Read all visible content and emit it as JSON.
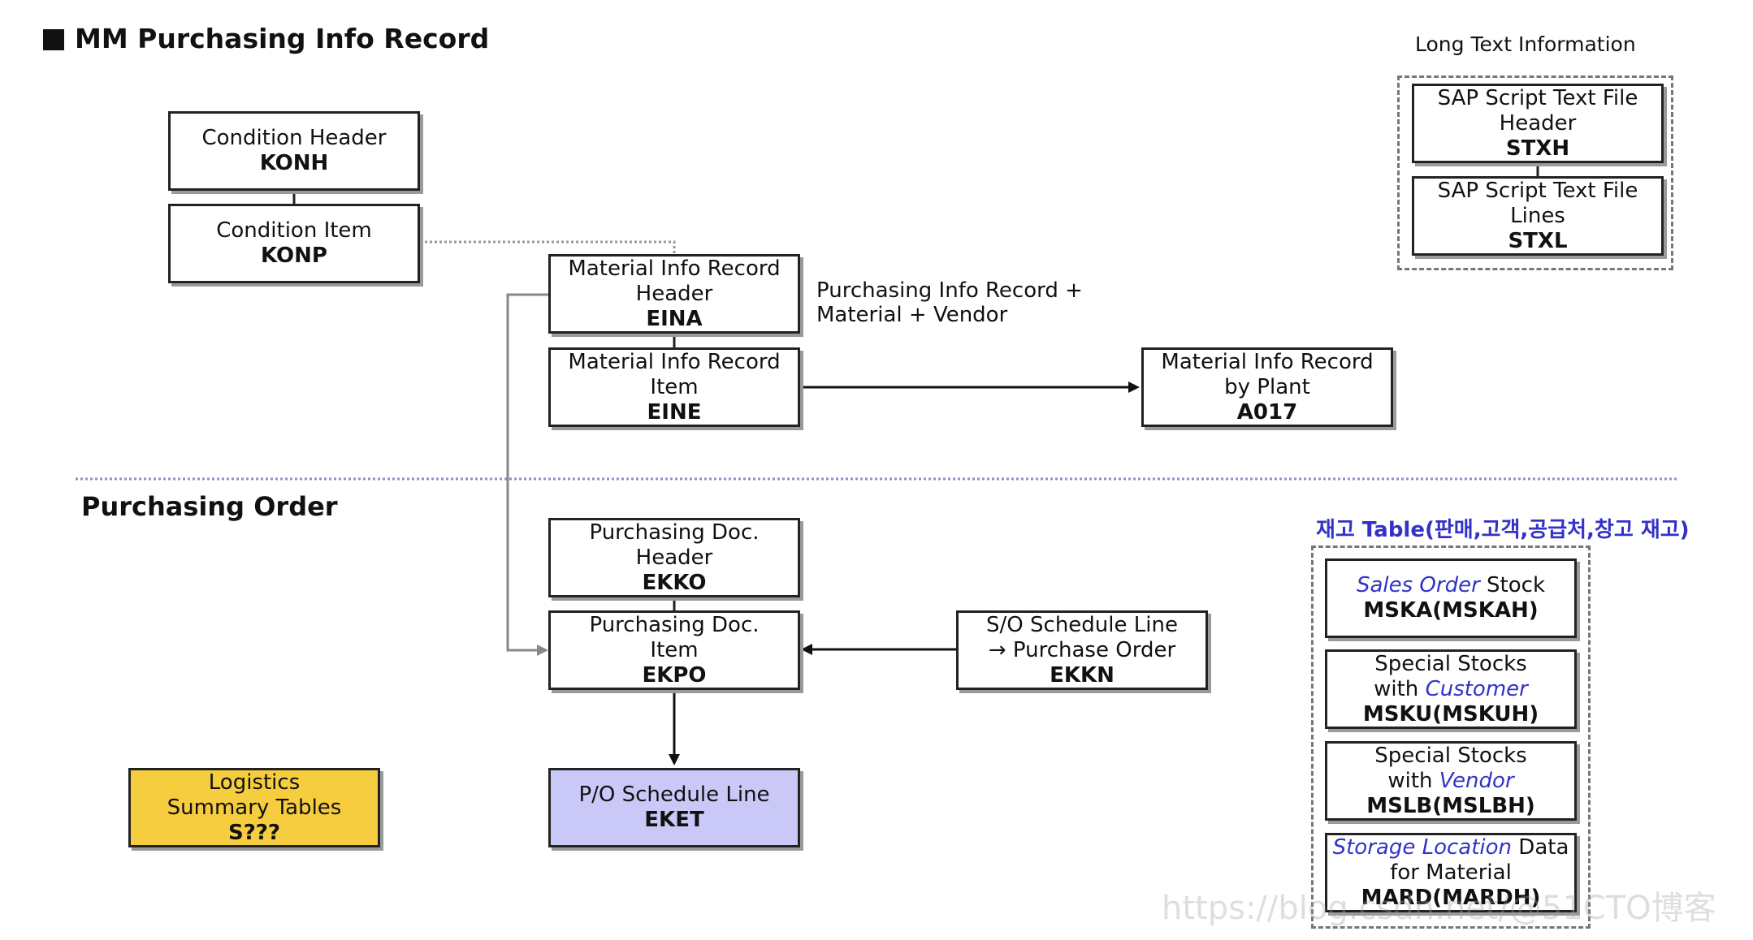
{
  "sections": {
    "info_record_title": "MM Purchasing Info Record",
    "purchasing_order_title": "Purchasing Order",
    "long_text_title": "Long Text Information",
    "stock_tables_title": "재고 Table(판매,고객,공급처,창고 재고)"
  },
  "boxes": {
    "konh": {
      "line1": "Condition Header",
      "code": "KONH"
    },
    "konp": {
      "line1": "Condition Item",
      "code": "KONP"
    },
    "eina": {
      "line1": "Material Info Record",
      "line2": "Header",
      "code": "EINA"
    },
    "eine": {
      "line1": "Material Info Record",
      "line2": "Item",
      "code": "EINE"
    },
    "a017": {
      "line1": "Material Info Record",
      "line2": "by Plant",
      "code": "A017"
    },
    "stxh": {
      "line1": "SAP Script Text File",
      "line2": "Header",
      "code": "STXH"
    },
    "stxl": {
      "line1": "SAP Script Text File",
      "line2": "Lines",
      "code": "STXL"
    },
    "ekko": {
      "line1": "Purchasing Doc.",
      "line2": "Header",
      "code": "EKKO"
    },
    "ekpo": {
      "line1": "Purchasing Doc.",
      "line2": "Item",
      "code": "EKPO"
    },
    "ekkn": {
      "line1": "S/O Schedule Line",
      "line2": "→ Purchase Order",
      "code": "EKKN"
    },
    "eket": {
      "line1": "P/O Schedule Line",
      "code": "EKET"
    },
    "logistics": {
      "line1": "Logistics",
      "line2": "Summary Tables",
      "code": "S???"
    },
    "mska": {
      "em": "Sales Order",
      "rest": " Stock",
      "code": "MSKA(MSKAH)"
    },
    "msku": {
      "line1": "Special Stocks",
      "pre": "with ",
      "em": "Customer",
      "code": "MSKU(MSKUH)"
    },
    "mslb": {
      "line1": "Special Stocks",
      "pre": "with ",
      "em": "Vendor",
      "code": "MSLB(MSLBH)"
    },
    "mard": {
      "em": "Storage Location",
      "rest": " Data",
      "line2": "for Material",
      "code": "MARD(MARDH)"
    }
  },
  "notes": {
    "info_record_key_line1": "Purchasing Info Record +",
    "info_record_key_line2": "Material + Vendor"
  },
  "watermark": "https://blog.csdn.net/@51CTO博客",
  "colors": {
    "logistics_fill": "#f6cd3e",
    "eket_fill": "#c9c8f6",
    "stock_title": "#3232c8",
    "italic_emphasis": "#3232c8"
  }
}
